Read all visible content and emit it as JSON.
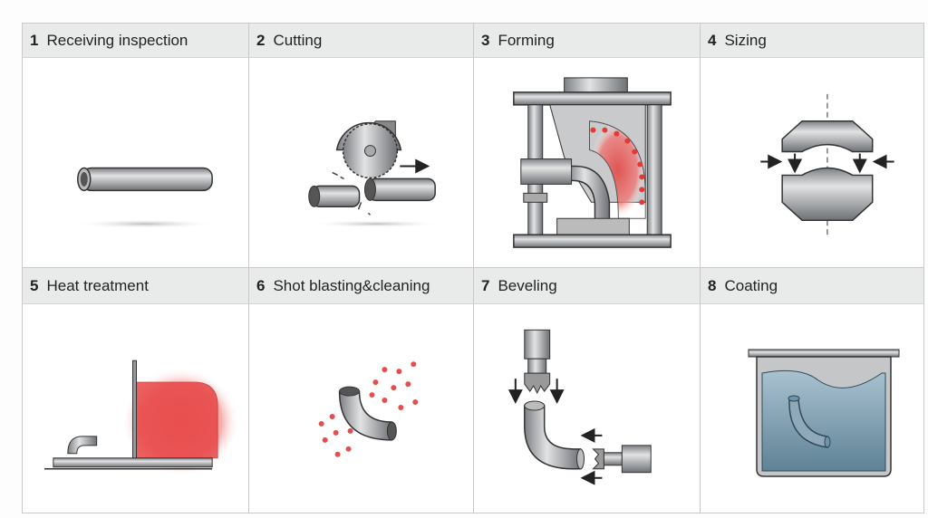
{
  "steps": [
    {
      "num": "1",
      "label": "Receiving inspection"
    },
    {
      "num": "2",
      "label": "Cutting"
    },
    {
      "num": "3",
      "label": "Forming"
    },
    {
      "num": "4",
      "label": "Sizing"
    },
    {
      "num": "5",
      "label": "Heat treatment"
    },
    {
      "num": "6",
      "label": "Shot blasting&cleaning"
    },
    {
      "num": "7",
      "label": "Beveling"
    },
    {
      "num": "8",
      "label": "Coating"
    }
  ],
  "colors": {
    "steel": "#a9abad",
    "outline": "#333333",
    "heat": "#e53935",
    "water": "#6f93a8",
    "header_bg": "#e9eaea"
  }
}
